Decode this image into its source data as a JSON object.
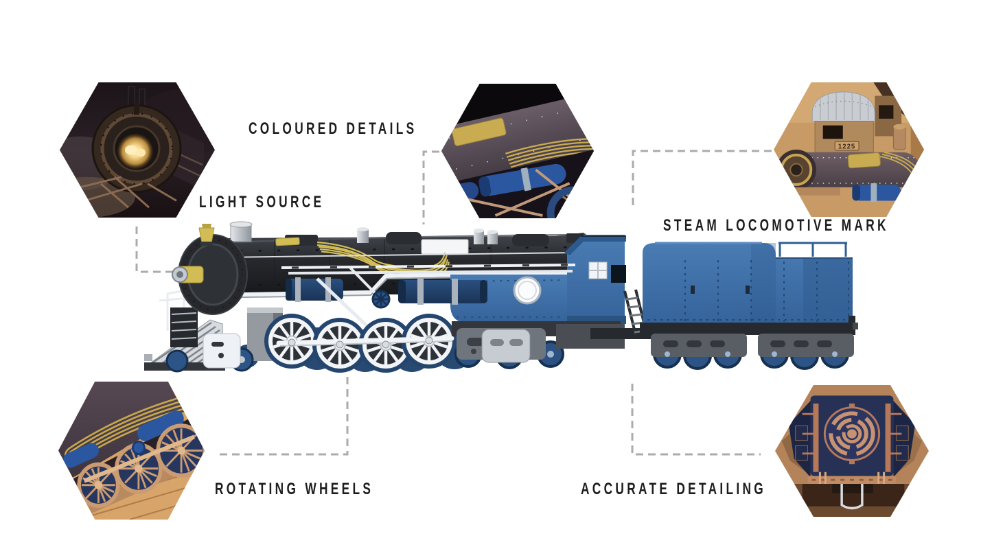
{
  "page": {
    "title": "Steam locomotive model feature infographic",
    "background": "#ffffff"
  },
  "product": {
    "name": "steam locomotive model with tender",
    "plate_number": "1225",
    "colors": {
      "locomotive_black": "#26282c",
      "accent_yellow": "#d2bd55",
      "body_blue": "#3a6ca5",
      "cylinder_navy": "#1f3e66",
      "detail_white": "#eef1f5",
      "frame_gray": "#55595f",
      "connector_gray": "#ababab",
      "label_text": "#1d1d1f",
      "hex_copper": "#b5795a",
      "hex_wood": "#c99b66"
    }
  },
  "features": [
    {
      "id": "coloured-details",
      "label": "COLOURED DETAILS"
    },
    {
      "id": "light-source",
      "label": "LIGHT SOURCE"
    },
    {
      "id": "steam-locomotive-mark",
      "label": "STEAM LOCOMOTIVE MARK"
    },
    {
      "id": "rotating-wheels",
      "label": "ROTATING WHEELS"
    },
    {
      "id": "accurate-detailing",
      "label": "ACCURATE DETAILING"
    }
  ]
}
